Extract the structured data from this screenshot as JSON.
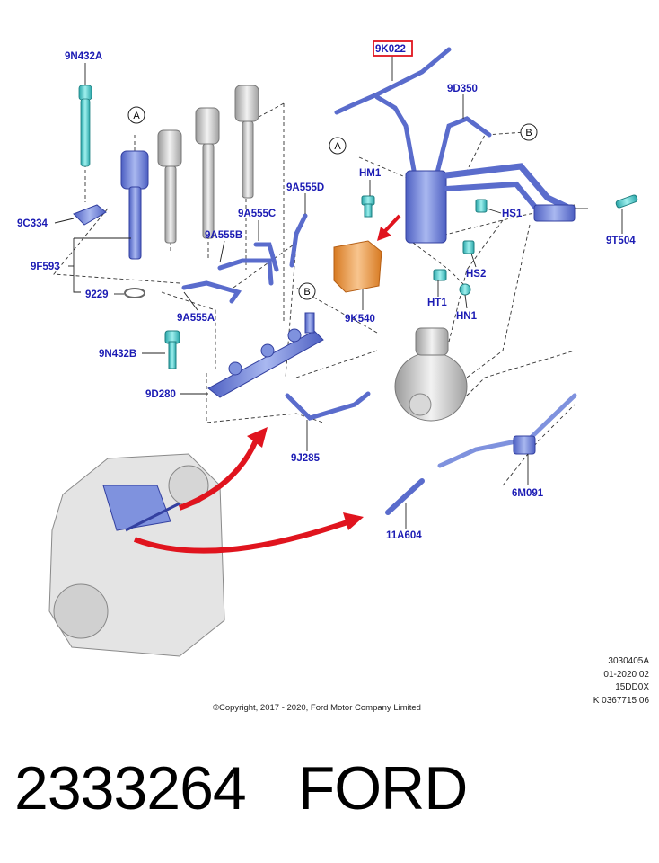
{
  "diagram": {
    "part_labels": {
      "p9N432A": "9N432A",
      "p9K022": "9K022",
      "p9D350": "9D350",
      "pHM1": "HM1",
      "p9A555D": "9A555D",
      "p9A555C": "9A555C",
      "p9A555B": "9A555B",
      "p9C334": "9C334",
      "pHS1": "HS1",
      "p9T504": "9T504",
      "p9F593": "9F593",
      "pHS2": "HS2",
      "p9229": "9229",
      "p9K540": "9K540",
      "pHT1": "HT1",
      "pHN1": "HN1",
      "p9A555A": "9A555A",
      "p9N432B": "9N432B",
      "p9D280": "9D280",
      "p9J285": "9J285",
      "p6M091": "6M091",
      "p11A604": "11A604"
    },
    "callouts": {
      "a1": "A",
      "a2": "A",
      "b1": "B",
      "b2": "B"
    },
    "colors": {
      "label": "#1c1cb4",
      "highlight_box": "#e0141e",
      "part_blue": "#6f86d6",
      "part_teal": "#3fc9c9",
      "part_orange": "#e89a48",
      "arrow_red": "#e0141e"
    }
  },
  "meta": {
    "code": "3030405A",
    "date": "01-2020 02",
    "model": "15DD0X",
    "ref": "K 0367715 06"
  },
  "copyright": "©Copyright, 2017 - 2020, Ford Motor Company Limited",
  "footer": {
    "part_number": "2333264",
    "brand": "FORD"
  }
}
